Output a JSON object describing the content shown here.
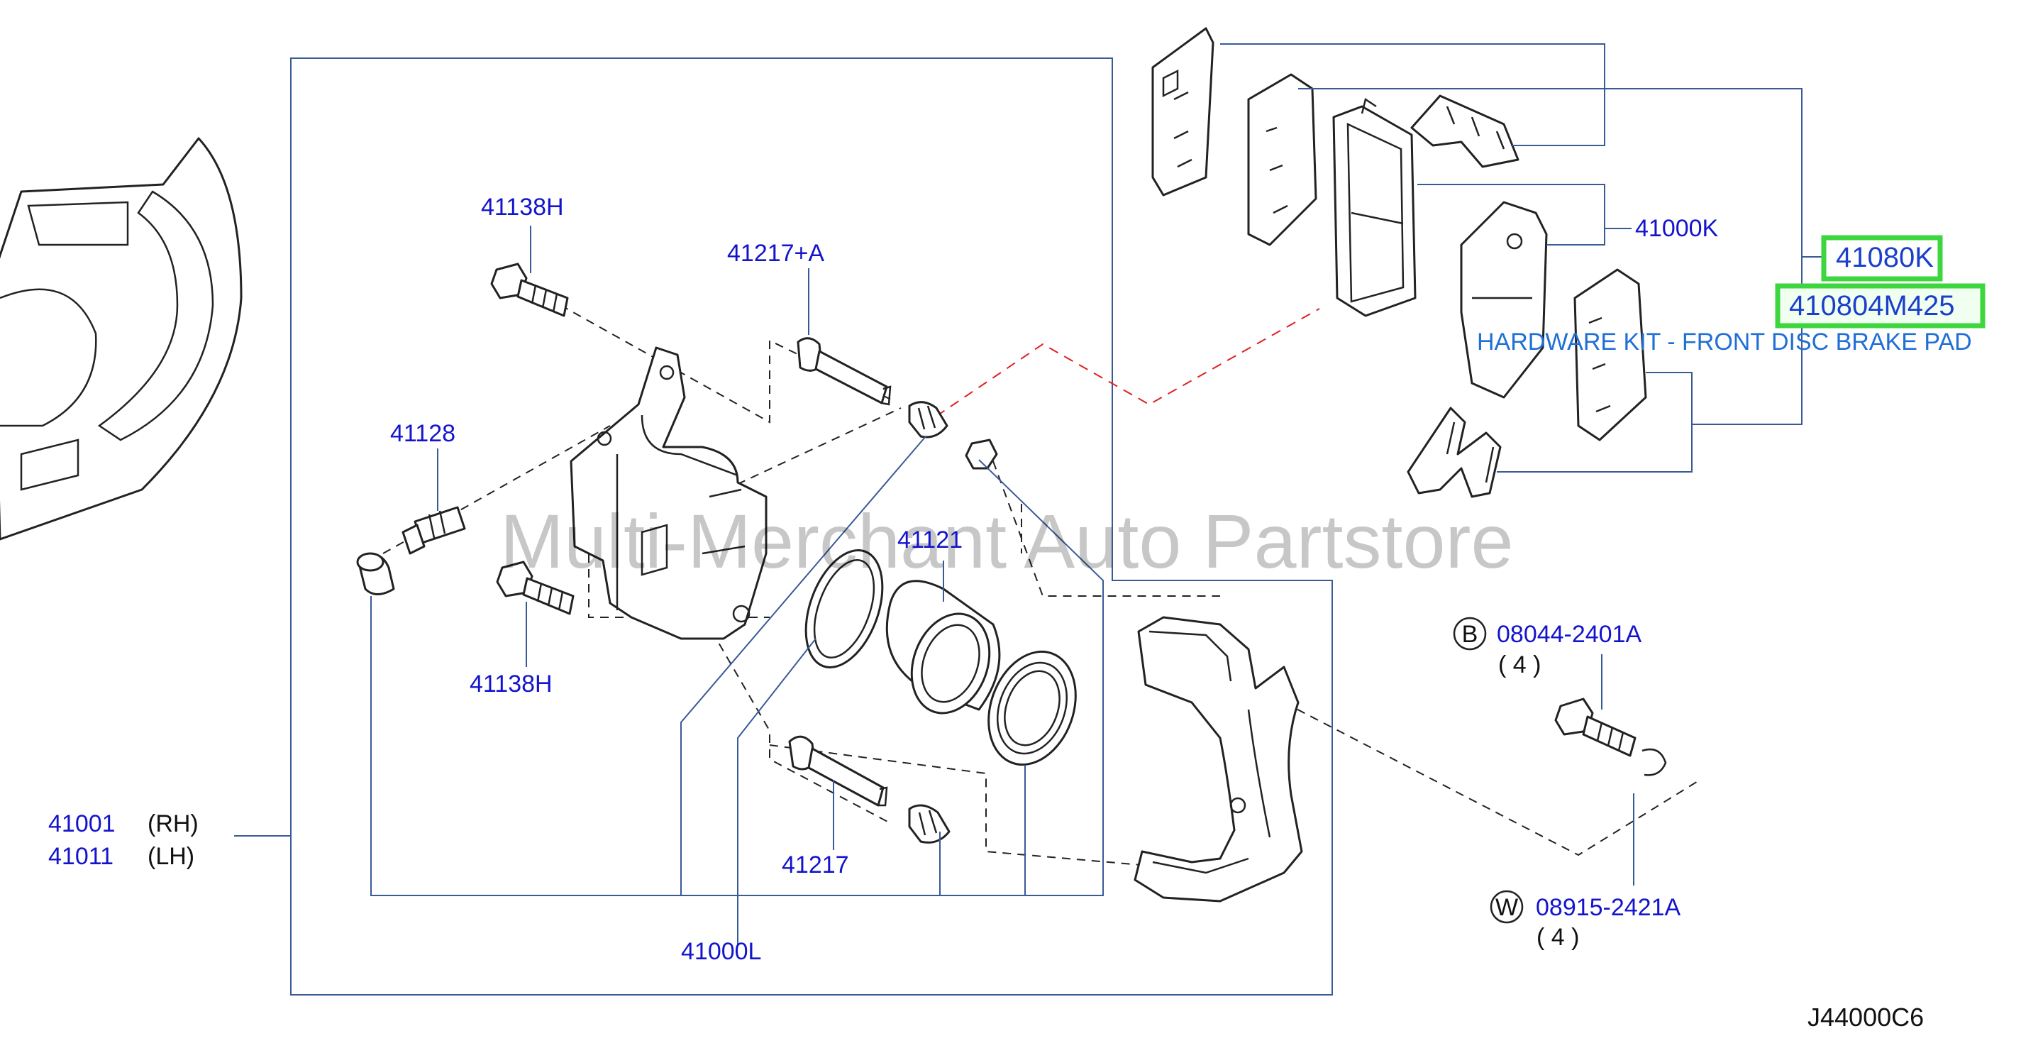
{
  "watermark": "Multi-Merchant Auto Partstore",
  "figure_ref": "J44000C6",
  "callouts": {
    "bolt_upper": "41138H",
    "pin_upper": "41217+A",
    "bleeder": "41128",
    "bolt_lower": "41138H",
    "piston": "41121",
    "pin_lower": "41217",
    "seal_kit": "41000L",
    "pad_kit": "41000K",
    "caliper_rh_num": "41001",
    "caliper_rh_side": "(RH)",
    "caliper_lh_num": "41011",
    "caliper_lh_side": "(LH)",
    "bolt_b_code": "B",
    "bolt_b_part": "08044-2401A",
    "bolt_b_qty": "( 4 )",
    "washer_w_code": "W",
    "washer_w_part": "08915-2421A",
    "washer_w_qty": "( 4 )"
  },
  "highlight": {
    "part_primary": "41080K",
    "part_secondary": "410804M425",
    "description": "HARDWARE KIT - FRONT DISC BRAKE PAD"
  },
  "colors": {
    "callout_text": "#1414cc",
    "leader_line": "#3a5a96",
    "highlight_border": "#3ed63e",
    "description_text": "#1f6fd6",
    "red_dashed": "#e02020"
  }
}
